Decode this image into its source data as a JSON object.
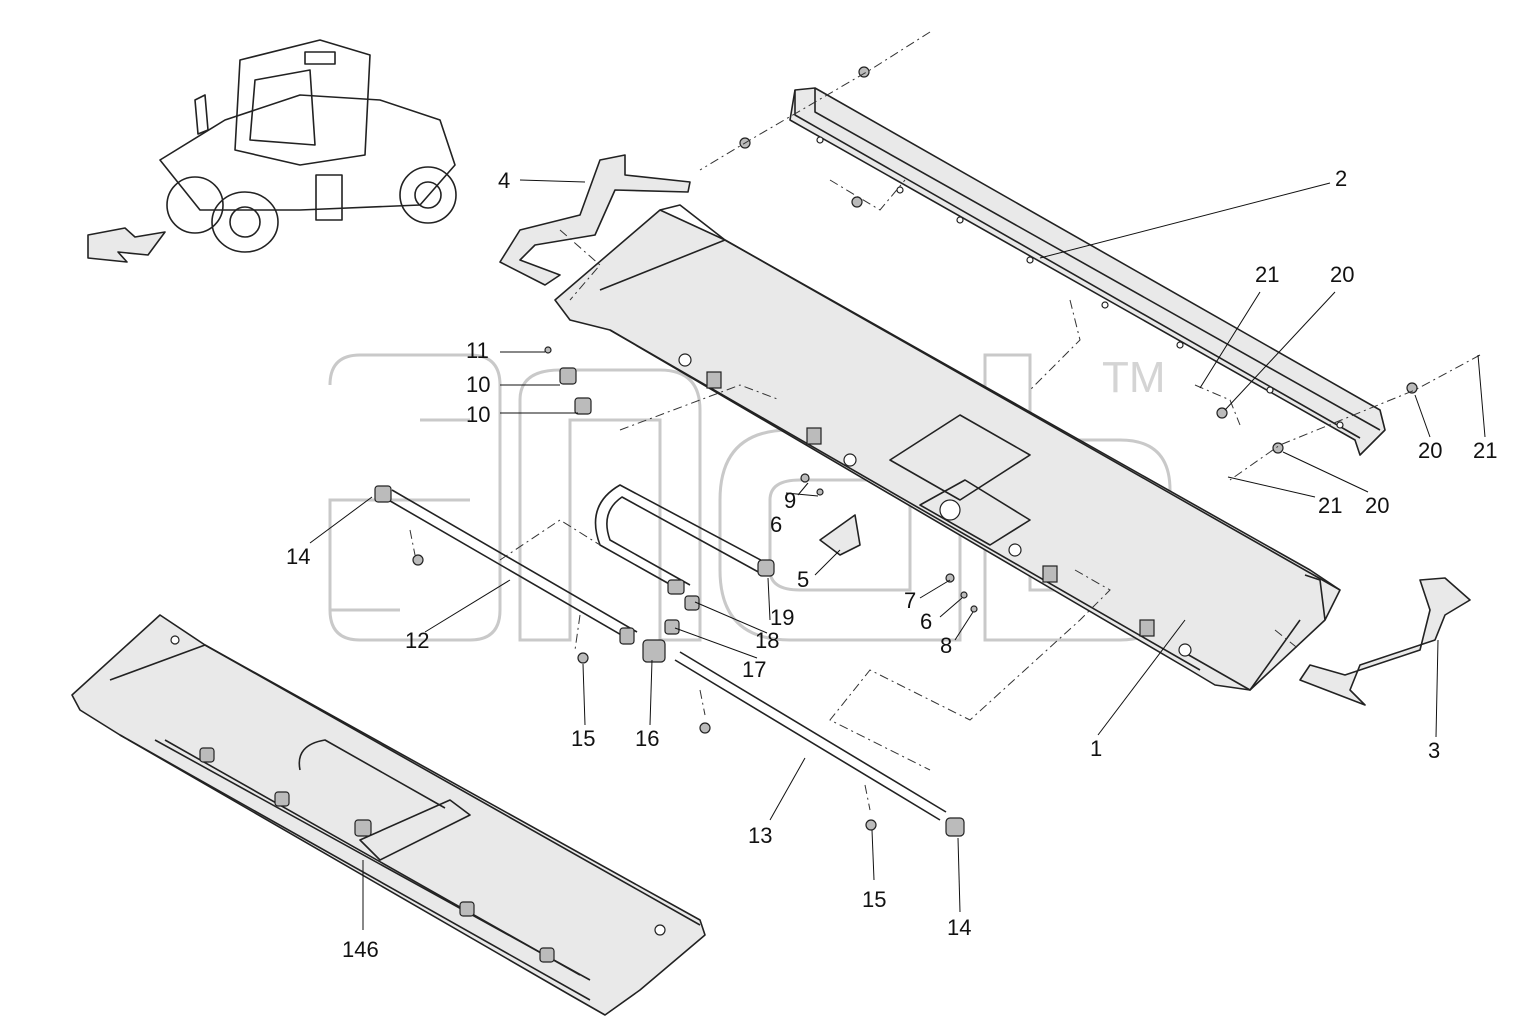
{
  "watermark": {
    "mark": "TM"
  },
  "callouts": [
    {
      "id": "c1",
      "label": "1"
    },
    {
      "id": "c2",
      "label": "2"
    },
    {
      "id": "c3",
      "label": "3"
    },
    {
      "id": "c4",
      "label": "4"
    },
    {
      "id": "c5",
      "label": "5"
    },
    {
      "id": "c6a",
      "label": "6"
    },
    {
      "id": "c6b",
      "label": "6"
    },
    {
      "id": "c7",
      "label": "7"
    },
    {
      "id": "c8",
      "label": "8"
    },
    {
      "id": "c9",
      "label": "9"
    },
    {
      "id": "c10a",
      "label": "10"
    },
    {
      "id": "c10b",
      "label": "10"
    },
    {
      "id": "c11",
      "label": "11"
    },
    {
      "id": "c12",
      "label": "12"
    },
    {
      "id": "c13",
      "label": "13"
    },
    {
      "id": "c14a",
      "label": "14"
    },
    {
      "id": "c14b",
      "label": "14"
    },
    {
      "id": "c15a",
      "label": "15"
    },
    {
      "id": "c15b",
      "label": "15"
    },
    {
      "id": "c16",
      "label": "16"
    },
    {
      "id": "c17",
      "label": "17"
    },
    {
      "id": "c18",
      "label": "18"
    },
    {
      "id": "c19",
      "label": "19"
    },
    {
      "id": "c20a",
      "label": "20"
    },
    {
      "id": "c20b",
      "label": "20"
    },
    {
      "id": "c20c",
      "label": "20"
    },
    {
      "id": "c21a",
      "label": "21"
    },
    {
      "id": "c21b",
      "label": "21"
    },
    {
      "id": "c21c",
      "label": "21"
    },
    {
      "id": "c146",
      "label": "146"
    }
  ]
}
